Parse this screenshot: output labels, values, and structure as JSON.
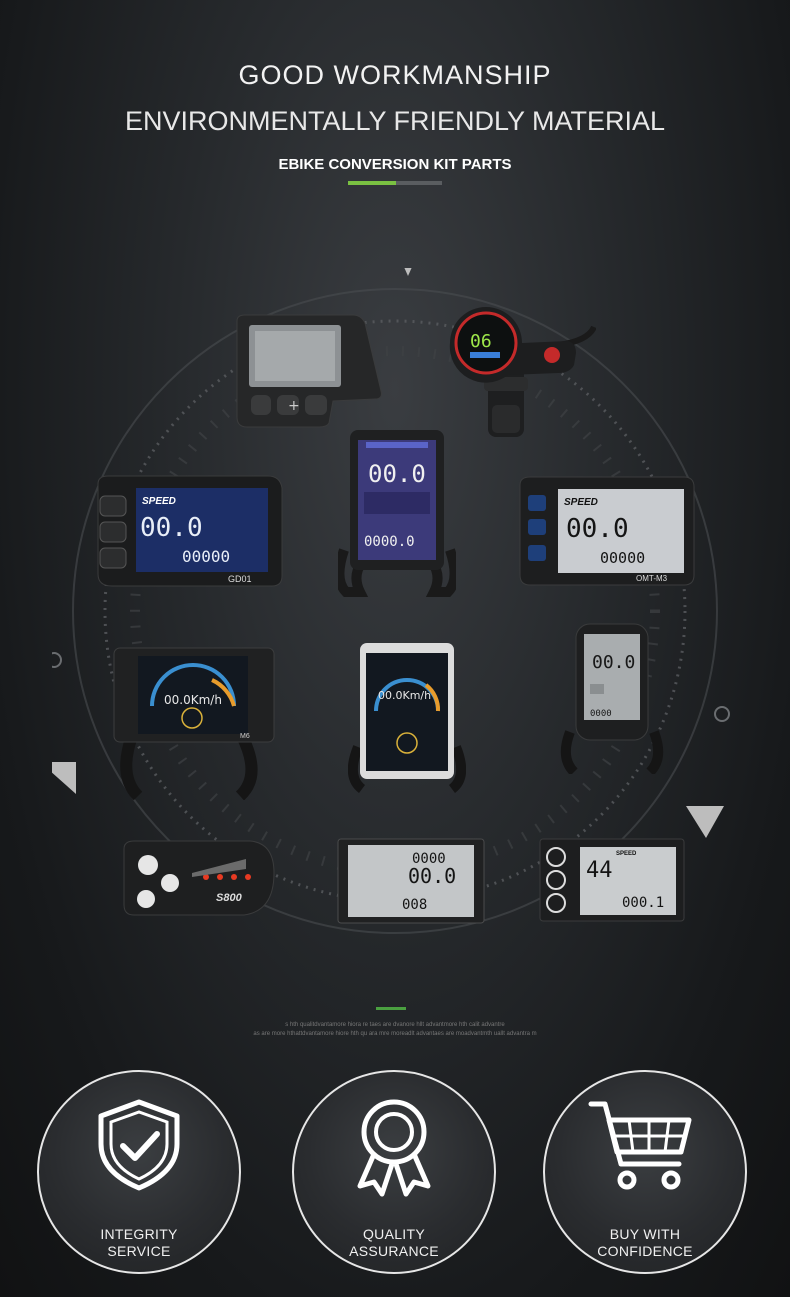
{
  "header": {
    "line1": "GOOD WORKMANSHIP",
    "line2": "ENVIRONMENTALLY FRIENDLY MATERIAL",
    "line3": "EBIKE CONVERSION KIT PARTS"
  },
  "colors": {
    "accent": "#7ac142",
    "background": "#1c1e20"
  },
  "products": [
    {
      "model": "",
      "screen": ""
    },
    {
      "model": "",
      "screen": "06"
    },
    {
      "model": "",
      "screen": "00.0"
    },
    {
      "model": "GD01",
      "screen": "00.0",
      "label": "SPEED"
    },
    {
      "model": "OMT-M3",
      "screen": "00.0",
      "label": "SPEED"
    },
    {
      "model": "M6",
      "screen": "00.0Km/h"
    },
    {
      "model": "",
      "screen": "00.0Km/h"
    },
    {
      "model": "",
      "screen": "00.0"
    },
    {
      "model": "S800",
      "screen": ""
    },
    {
      "model": "",
      "screen": "00.0"
    },
    {
      "model": "",
      "screen": "44",
      "label": "SPEED"
    }
  ],
  "micro_text": {
    "line1": "s hth qualitdvantamore hiora re taes are dvanore hllt advantmore hth calit advantre",
    "line2": "as are more hthattdvantamore hiore hth qu ara mre moreadlt advantaes are moadvantmth uallt advantra m"
  },
  "features": [
    {
      "icon": "shield-check-icon",
      "line1": "INTEGRITY",
      "line2": "SERVICE"
    },
    {
      "icon": "award-ribbon-icon",
      "line1": "QUALITY",
      "line2": "ASSURANCE"
    },
    {
      "icon": "shopping-cart-icon",
      "line1": "BUY WITH",
      "line2": "CONFIDENCE"
    }
  ]
}
